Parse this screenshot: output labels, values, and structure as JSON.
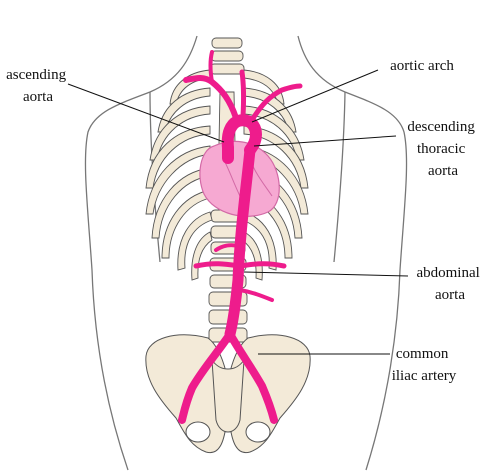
{
  "labels": {
    "ascending_aorta": [
      "ascending",
      "aorta"
    ],
    "aortic_arch": [
      "aortic arch"
    ],
    "descending_thoracic_aorta": [
      "descending",
      "thoracic",
      "aorta"
    ],
    "abdominal_aorta": [
      "abdominal",
      "aorta"
    ],
    "common_iliac_artery": [
      "common",
      "iliac artery"
    ]
  },
  "colors": {
    "artery": "#ee1c8c",
    "heart": "#f6a9d2",
    "heart_outline": "#d36aa6",
    "bone": "#f3ead8",
    "bone_outline": "#555555",
    "body_outline": "#777777",
    "leader": "#111111"
  }
}
